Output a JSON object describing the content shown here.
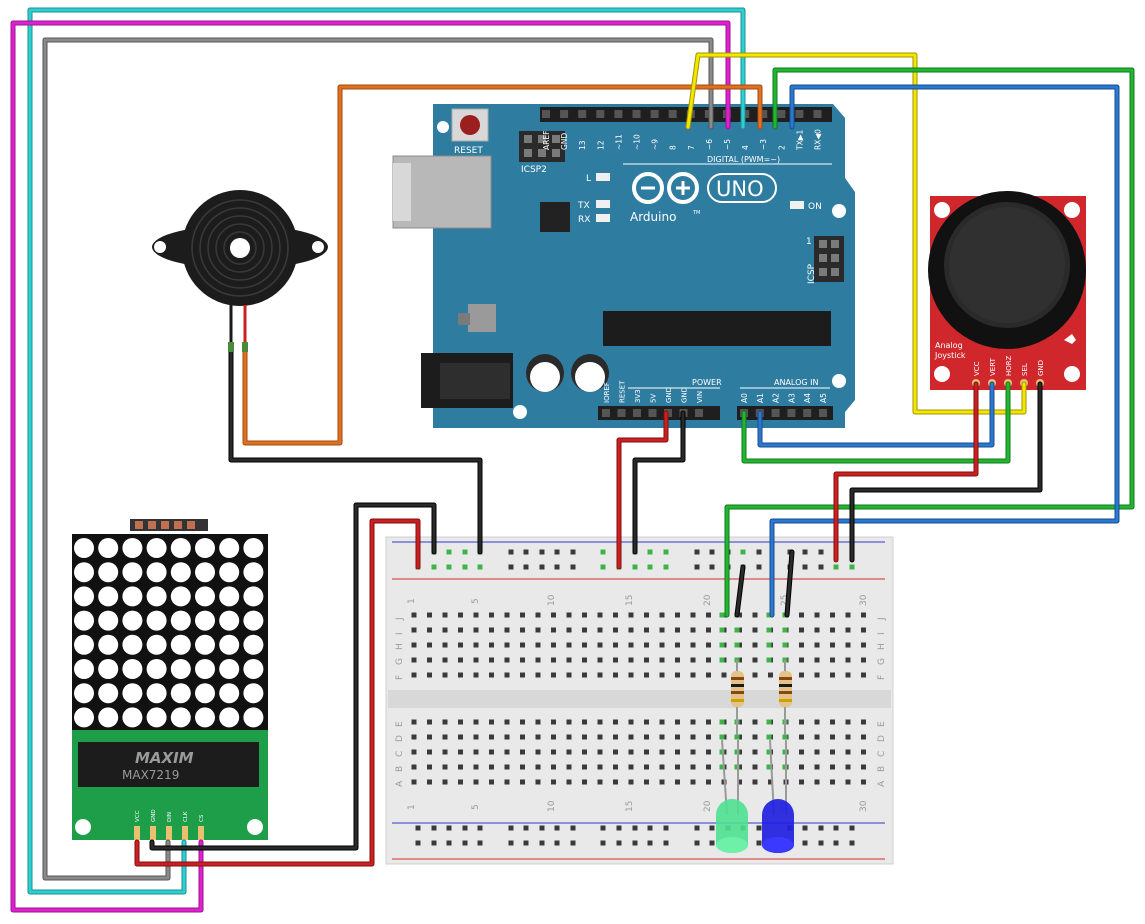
{
  "arduino": {
    "reset_label": "RESET",
    "icsp2_label": "ICSP2",
    "icsp_label": "ICSP",
    "icsp_pin1": "1",
    "digital_label": "DIGITAL (PWM=~)",
    "brand": "Arduino",
    "tm": "TM",
    "model": "UNO",
    "power_label": "POWER",
    "analog_label": "ANALOG IN",
    "on_label": "ON",
    "l_label": "L",
    "tx_label": "TX",
    "rx_label": "RX",
    "digital_pins": [
      "AREF",
      "GND",
      "13",
      "12",
      "~11",
      "~10",
      "~9",
      "8",
      "7",
      "~6",
      "~5",
      "4",
      "~3",
      "2",
      "TX▶1",
      "RX◀0"
    ],
    "power_pins": [
      "IOREF",
      "RESET",
      "3V3",
      "5V",
      "GND",
      "GND",
      "VIN"
    ],
    "analog_pins": [
      "A0",
      "A1",
      "A2",
      "A3",
      "A4",
      "A5"
    ]
  },
  "joystick": {
    "label_line1": "Analog",
    "label_line2": "Joystick",
    "pins": [
      "VCC",
      "VERT",
      "HORZ",
      "SEL",
      "GND"
    ]
  },
  "matrix": {
    "chip_brand": "MAXIM",
    "chip_model": "MAX7219",
    "pins": [
      "VCC",
      "GND",
      "DIN",
      "CLK",
      "CS"
    ],
    "rows": 8,
    "cols": 8
  },
  "breadboard": {
    "col_numbers_top": [
      "1",
      "5",
      "10",
      "15",
      "20",
      "25",
      "30"
    ],
    "col_numbers_bottom": [
      "1",
      "5",
      "10",
      "15",
      "20",
      "25",
      "30"
    ],
    "row_letters_top": [
      "J",
      "I",
      "H",
      "G",
      "F"
    ],
    "row_letters_bottom": [
      "E",
      "D",
      "C",
      "B",
      "A"
    ]
  },
  "colors": {
    "arduino_board": "#2f7ca1",
    "joystick_board": "#d0272c",
    "matrix_board": "#1f9e4a",
    "wire_red": "#cc1f1f",
    "wire_black": "#1a1a1a",
    "wire_orange": "#e07020",
    "wire_yellow": "#f5e600",
    "wire_green": "#22b531",
    "wire_blue": "#2a78d0",
    "wire_cyan": "#2ecfd0",
    "wire_magenta": "#e020d0",
    "wire_gray": "#8a8a8a"
  }
}
